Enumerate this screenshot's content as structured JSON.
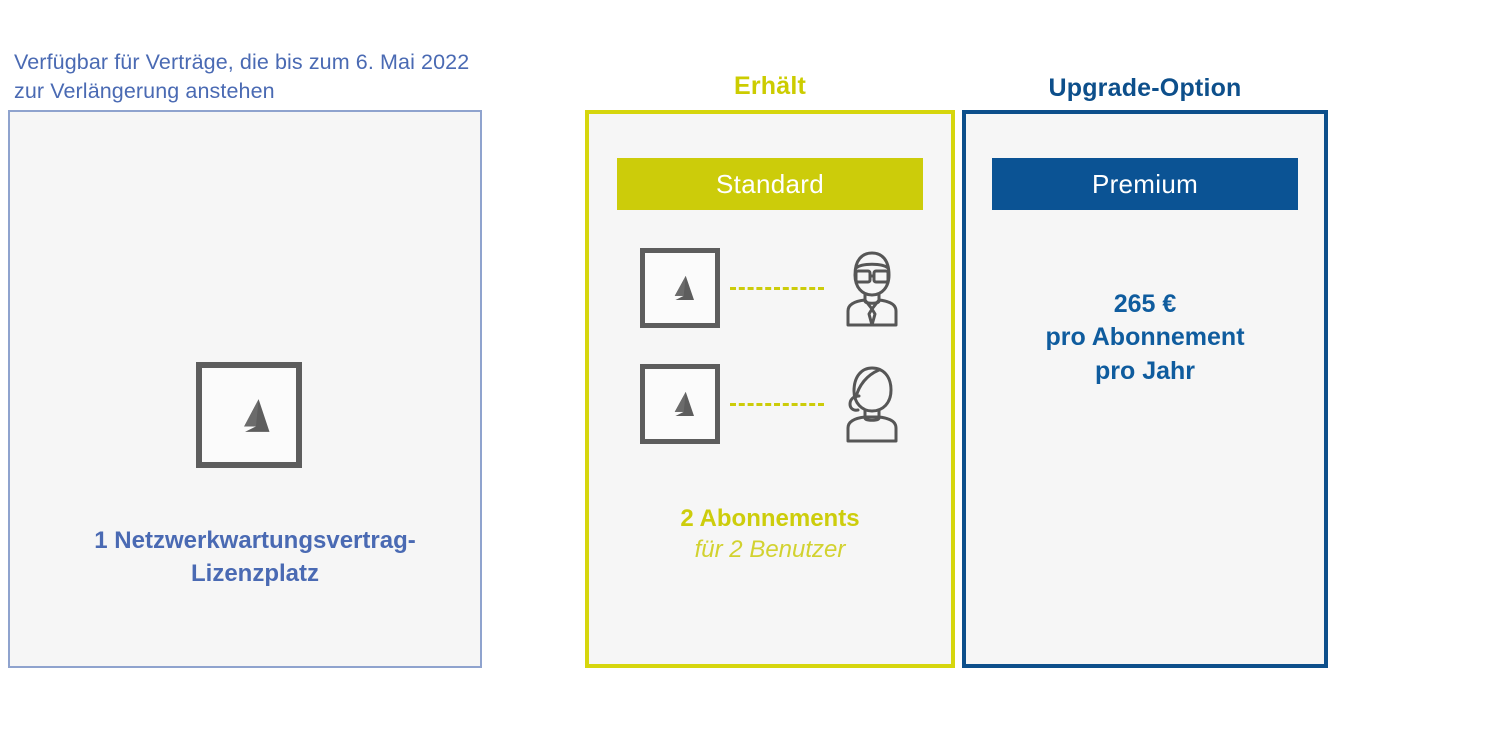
{
  "intro": {
    "caption": "Verfügbar für Verträge, die bis zum 6. Mai 2022 zur Verlängerung anstehen"
  },
  "colors": {
    "periwinkle_border": "#8fa3ce",
    "blue_text": "#4a6ab3",
    "yellow": "#cccc0a",
    "yellow_border": "#d6d60d",
    "blue": "#0b5394",
    "blue_border": "#0d4f8b",
    "panel_background": "#f6f6f6",
    "icon_gray": "#5d5d5d"
  },
  "panels": {
    "entitlement": {
      "name": "entitlement-panel",
      "logo_icon": "autodesk-a-icon",
      "caption": "1 Netzwerkwartungsvertrag-Lizenzplatz"
    },
    "receives": {
      "header": "Erhält",
      "tier_label": "Standard",
      "rows": [
        {
          "license_icon": "autodesk-a-icon",
          "connector": "dashed-connector",
          "person_icon": "person-with-glasses-icon"
        },
        {
          "license_icon": "autodesk-a-icon",
          "connector": "dashed-connector",
          "person_icon": "person-long-hair-icon"
        }
      ],
      "caption_bold": "2 Abonnements",
      "caption_italic": "für 2 Benutzer"
    },
    "upgrade": {
      "header": "Upgrade-Option",
      "tier_label": "Premium",
      "price_lines": [
        "265 €",
        "pro Abonnement",
        "pro Jahr"
      ]
    }
  }
}
